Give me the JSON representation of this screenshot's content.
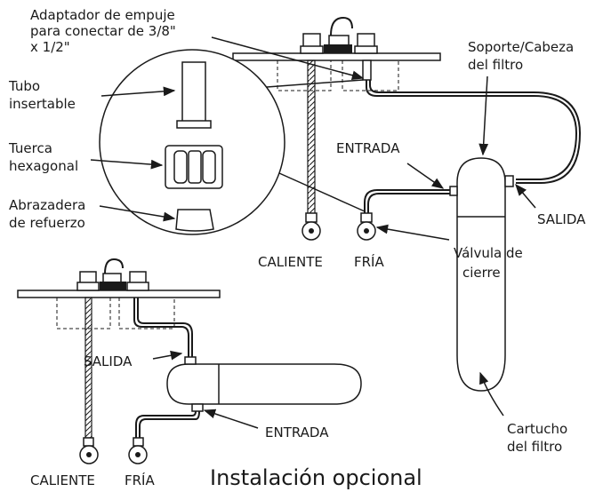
{
  "labels": {
    "push_adapter_line1": "Adaptador de empuje",
    "push_adapter_line2": "para conectar de  3/8\"",
    "push_adapter_line3": "x 1/2\"",
    "insert_tube_line1": "Tubo",
    "insert_tube_line2": "insertable",
    "hex_nut_line1": "Tuerca",
    "hex_nut_line2": "hexagonal",
    "clamp_line1": "Abrazadera",
    "clamp_line2": "de refuerzo",
    "filter_head_line1": "Soporte/Cabeza",
    "filter_head_line2": "del filtro",
    "inlet_top": "ENTRADA",
    "outlet_top": "SALIDA",
    "shutoff_valve_line1": "Válvula de",
    "shutoff_valve_line2": "cierre",
    "hot_top": "CALIENTE",
    "cold_top": "FRÍA",
    "cartridge_line1": "Cartucho",
    "cartridge_line2": "del filtro",
    "outlet_bottom": "SALIDA",
    "inlet_bottom": "ENTRADA",
    "hot_bottom": "CALIENTE",
    "cold_bottom": "FRÍA",
    "optional_install": "Instalación opcional"
  }
}
